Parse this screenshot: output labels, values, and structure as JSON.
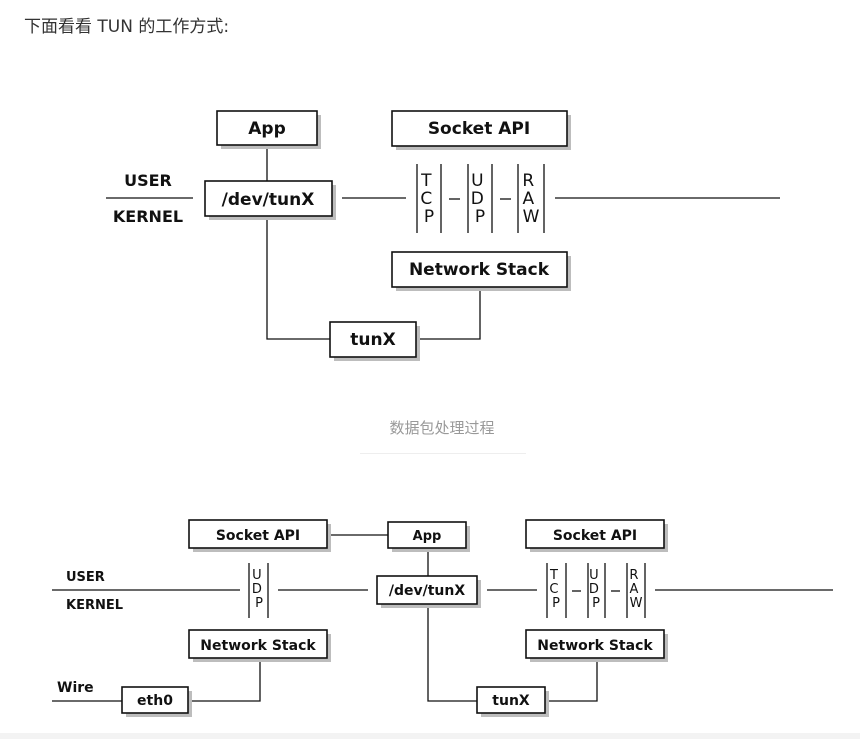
{
  "intro_text": "下面看看 TUN 的工作方式:",
  "caption": "数据包处理过程",
  "diagram1": {
    "user": "USER",
    "kernel": "KERNEL",
    "app": "App",
    "socket_api": "Socket API",
    "dev_tun": "/dev/tunX",
    "network_stack": "Network Stack",
    "tunx": "tunX",
    "protocols": [
      "TCP",
      "UDP",
      "RAW"
    ]
  },
  "diagram2": {
    "user": "USER",
    "kernel": "KERNEL",
    "wire": "Wire",
    "socket_api_left": "Socket API",
    "socket_api_right": "Socket API",
    "app": "App",
    "dev_tun": "/dev/tunX",
    "network_stack_left": "Network Stack",
    "network_stack_right": "Network Stack",
    "eth0": "eth0",
    "tunx": "tunX",
    "left_protocols": [
      "UDP"
    ],
    "right_protocols": [
      "TCP",
      "UDP",
      "RAW"
    ]
  }
}
